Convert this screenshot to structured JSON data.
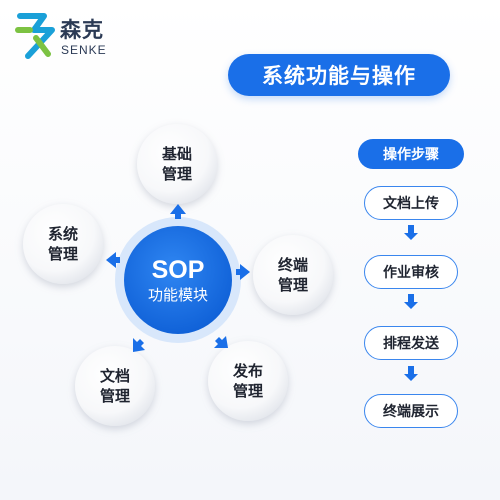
{
  "logo": {
    "chinese": "森克",
    "english": "SENKE"
  },
  "title": "系统功能与操作",
  "center": {
    "line1": "SOP",
    "line2": "功能模块"
  },
  "nodes": [
    {
      "line1": "基础",
      "line2": "管理"
    },
    {
      "line1": "终端",
      "line2": "管理"
    },
    {
      "line1": "发布",
      "line2": "管理"
    },
    {
      "line1": "文档",
      "line2": "管理"
    },
    {
      "line1": "系统",
      "line2": "管理"
    }
  ],
  "steps": {
    "header": "操作步骤",
    "items": [
      "文档上传",
      "作业审核",
      "排程发送",
      "终端展示"
    ]
  },
  "colors": {
    "accent": "#1a6fe8",
    "accent_light": "#3a86ee",
    "text": "#1f2430"
  }
}
